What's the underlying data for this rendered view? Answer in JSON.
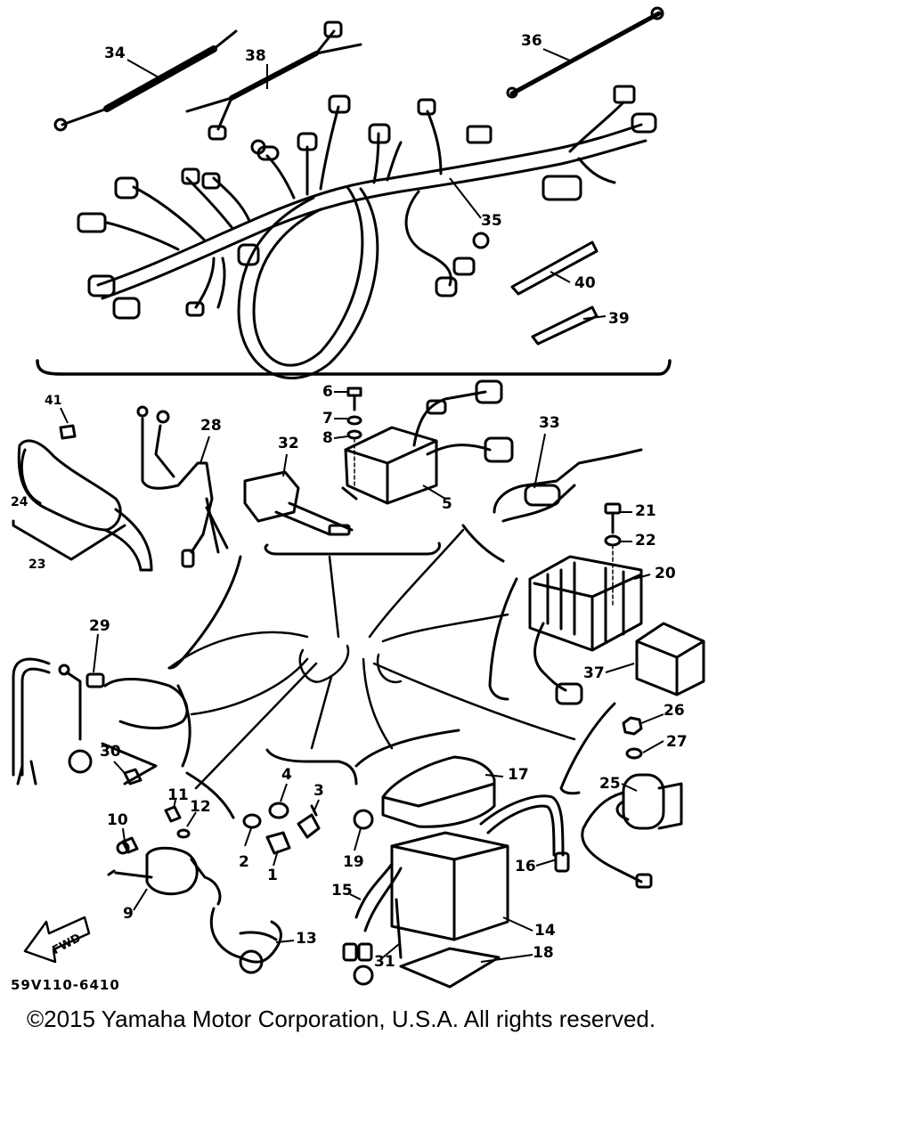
{
  "diagram": {
    "part_numbers": [
      "34",
      "38",
      "36",
      "35",
      "40",
      "39",
      "41",
      "28",
      "6",
      "7",
      "8",
      "32",
      "5",
      "33",
      "21",
      "22",
      "20",
      "24",
      "23",
      "37",
      "29",
      "26",
      "27",
      "30",
      "25",
      "4",
      "3",
      "17",
      "11",
      "12",
      "10",
      "2",
      "1",
      "19",
      "16",
      "9",
      "15",
      "14",
      "13",
      "31",
      "18"
    ],
    "drawing_code": "59V110-6410",
    "forward_indicator": "FWD"
  },
  "footer": {
    "copyright": "©2015 Yamaha Motor Corporation, U.S.A. All rights reserved."
  }
}
